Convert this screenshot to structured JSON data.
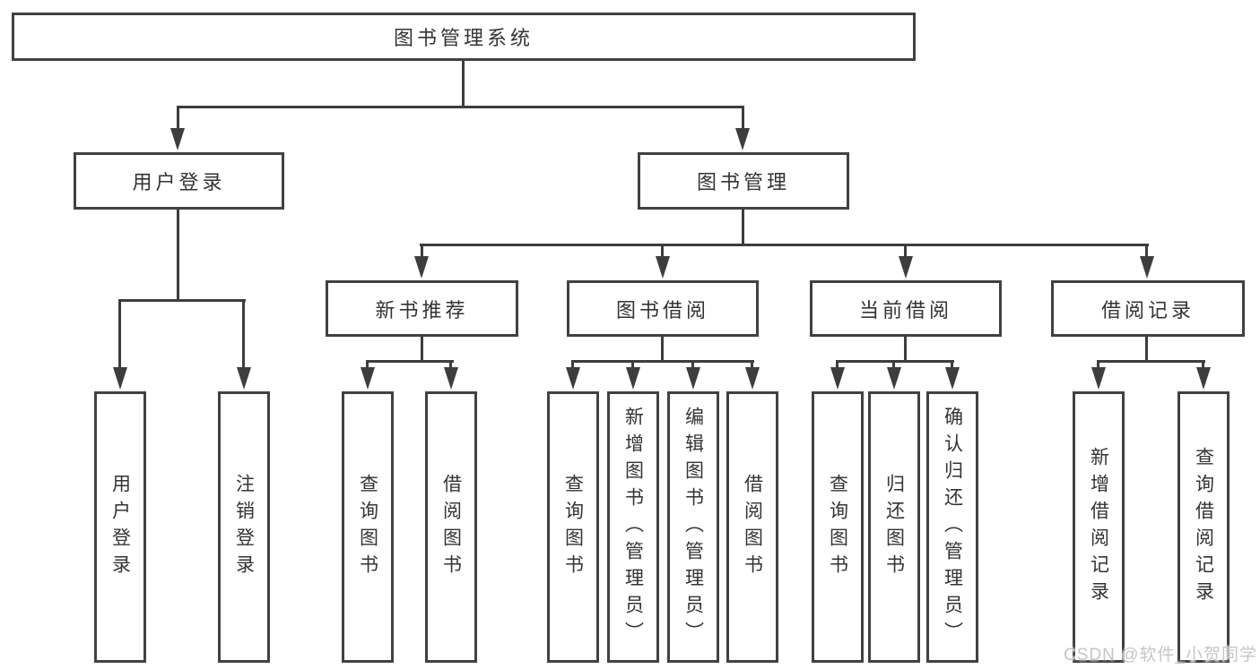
{
  "diagram_title": "图书管理系统",
  "tree": {
    "root": {
      "id": "library-management-system",
      "label": "图书管理系统"
    },
    "level1": [
      {
        "id": "user-login",
        "label": "用户登录",
        "parent": "图书管理系统"
      },
      {
        "id": "book-management",
        "label": "图书管理",
        "parent": "图书管理系统"
      }
    ],
    "level2": [
      {
        "id": "new-book-recommend",
        "label": "新书推荐",
        "parent": "图书管理"
      },
      {
        "id": "book-borrowing",
        "label": "图书借阅",
        "parent": "图书管理"
      },
      {
        "id": "current-borrowing",
        "label": "当前借阅",
        "parent": "图书管理"
      },
      {
        "id": "borrowing-records",
        "label": "借阅记录",
        "parent": "图书管理"
      }
    ],
    "leaves": [
      {
        "id": "leaf-user-login",
        "label": "用户登录",
        "parent": "用户登录"
      },
      {
        "id": "leaf-logout",
        "label": "注销登录",
        "parent": "用户登录"
      },
      {
        "id": "leaf-query-books-recommend",
        "label": "查询图书",
        "parent": "新书推荐"
      },
      {
        "id": "leaf-borrow-books-recommend",
        "label": "借阅图书",
        "parent": "新书推荐"
      },
      {
        "id": "leaf-query-books-borrowing",
        "label": "查询图书",
        "parent": "图书借阅"
      },
      {
        "id": "leaf-add-books-admin",
        "label": "新增图书（管理员）",
        "parent": "图书借阅"
      },
      {
        "id": "leaf-edit-books-admin",
        "label": "编辑图书（管理员）",
        "parent": "图书借阅"
      },
      {
        "id": "leaf-borrow-books-borrowing",
        "label": "借阅图书",
        "parent": "图书借阅"
      },
      {
        "id": "leaf-query-books-current",
        "label": "查询图书",
        "parent": "当前借阅"
      },
      {
        "id": "leaf-return-books",
        "label": "归还图书",
        "parent": "当前借阅"
      },
      {
        "id": "leaf-confirm-return-admin",
        "label": "确认归还（管理员）",
        "parent": "当前借阅"
      },
      {
        "id": "leaf-add-borrow-record",
        "label": "新增借阅记录",
        "parent": "借阅记录"
      },
      {
        "id": "leaf-query-borrow-record",
        "label": "查询借阅记录",
        "parent": "借阅记录"
      }
    ]
  },
  "watermark": {
    "text": "CSDN @软件_小贺同学",
    "color": "#c6c6c6"
  },
  "colors": {
    "line": "#3d3d3d",
    "box_border": "#414141",
    "text": "#333333",
    "background": "#ffffff"
  }
}
